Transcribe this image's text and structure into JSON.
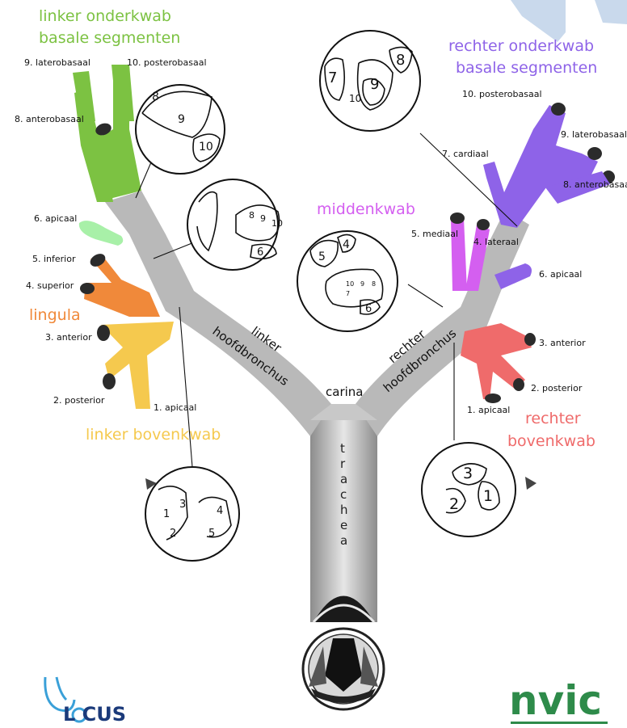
{
  "headings": {
    "left_lower": [
      "linker onderkwab",
      "basale segmenten"
    ],
    "right_lower": [
      "rechter onderkwab",
      "basale segmenten"
    ],
    "middle": "middenkwab",
    "lingula": "lingula",
    "left_upper": "linker bovenkwab",
    "right_upper": [
      "rechter",
      "bovenkwab"
    ],
    "carina": "carina",
    "left_main": [
      "linker",
      "hoofdbronchus"
    ],
    "right_main": [
      "rechter",
      "hoofdbronchus"
    ],
    "trachea": [
      "t",
      "r",
      "a",
      "c",
      "h",
      "e",
      "a"
    ]
  },
  "segments": {
    "l_laterobasaal": "9. laterobasaal",
    "l_posterobasaal": "10. posterobasaal",
    "l_anterobasaal": "8. anterobasaal",
    "l_apicaal6": "6. apicaal",
    "l_inferior": "5. inferior",
    "l_superior": "4. superior",
    "l_anterior": "3. anterior",
    "l_posterior": "2. posterior",
    "l_apicaal1": "1. apicaal",
    "r_posterobasaal": "10. posterobasaal",
    "r_laterobasaal": "9. laterobasaal",
    "r_cardiaal": "7. cardiaal",
    "r_anterobasaal": "8. anterobasaal",
    "r_mediaal": "5. mediaal",
    "r_lateraal": "4. lateraal",
    "r_apicaal6": "6. apicaal",
    "r_anterior": "3. anterior",
    "r_posterior": "2. posterior",
    "r_apicaal1": "1. apicaal"
  },
  "circle_numbers": {
    "ll": [
      "8",
      "9",
      "10"
    ],
    "lmid": [
      "8",
      "9",
      "10",
      "6"
    ],
    "rl": [
      "7",
      "8",
      "9",
      "10"
    ],
    "mid": [
      "5",
      "4",
      "10",
      "9",
      "8",
      "7",
      "6"
    ],
    "lu": [
      "1",
      "3",
      "2",
      "4",
      "5"
    ],
    "ru": [
      "3",
      "2",
      "1"
    ]
  },
  "logos": {
    "locus": "L   CUS",
    "nvic": "nvic"
  },
  "colors": {
    "green": "#7cc242",
    "purple": "#8e63e8",
    "magenta": "#d45ff0",
    "orange": "#f0893a",
    "yellow": "#f5c94e",
    "red": "#ef6b6b",
    "lightgreen": "#a8f0a8",
    "gray": "#bdbdbd",
    "nvic": "#2e8b4a",
    "locus": "#1b3a7a"
  }
}
